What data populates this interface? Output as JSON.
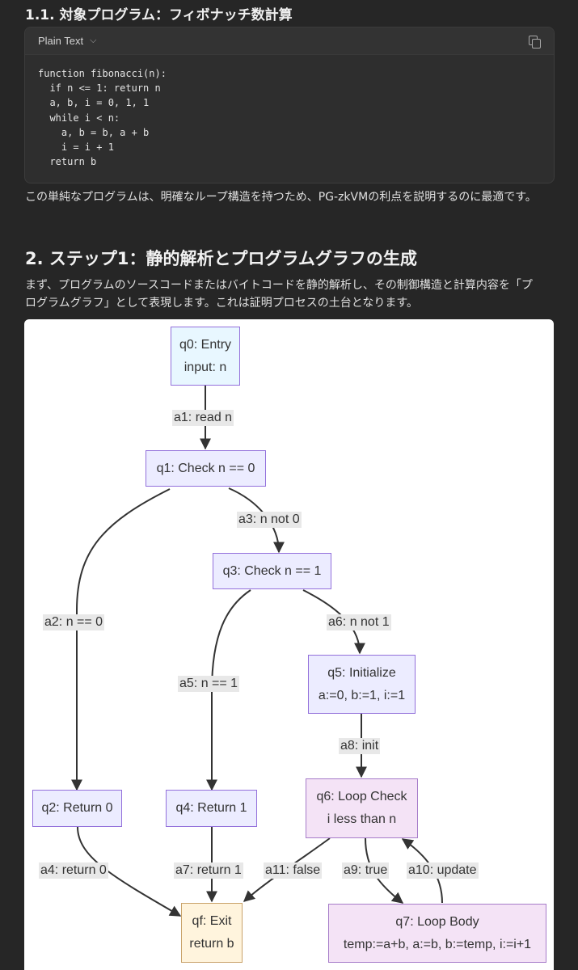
{
  "section1": {
    "title": "1.1. 対象プログラム：フィボナッチ数計算"
  },
  "code_block": {
    "language": "Plain Text",
    "code": "function fibonacci(n):\n  if n <= 1: return n\n  a, b, i = 0, 1, 1\n  while i < n:\n    a, b = b, a + b\n    i = i + 1\n  return b"
  },
  "paragraph1": "この単純なプログラムは、明確なループ構造を持つため、PG-zkVMの利点を説明するのに最適です。",
  "section2": {
    "title": "2. ステップ1：静的解析とプログラムグラフの生成",
    "paragraph": "まず、プログラムのソースコードまたはバイトコードを静的解析し、その制御構造と計算内容を「プログラムグラフ」として表現します。これは証明プロセスの土台となります。"
  },
  "diagram": {
    "nodes": {
      "q0": {
        "line1": "q0: Entry",
        "line2": "input: n"
      },
      "q1": {
        "line1": "q1: Check n == 0"
      },
      "q3": {
        "line1": "q3: Check n == 1"
      },
      "q5": {
        "line1": "q5: Initialize",
        "line2": "a:=0, b:=1, i:=1"
      },
      "q2": {
        "line1": "q2: Return 0"
      },
      "q4": {
        "line1": "q4: Return 1"
      },
      "q6": {
        "line1": "q6: Loop Check",
        "line2": "i less than n"
      },
      "qf": {
        "line1": "qf: Exit",
        "line2": "return b"
      },
      "q7": {
        "line1": "q7: Loop Body",
        "line2": "temp:=a+b, a:=b, b:=temp, i:=i+1"
      }
    },
    "edges": {
      "a1": "a1: read n",
      "a2": "a2: n == 0",
      "a3": "a3: n not 0",
      "a4": "a4: return 0",
      "a5": "a5: n == 1",
      "a6": "a6: n not 1",
      "a7": "a7: return 1",
      "a8": "a8: init",
      "a9": "a9: true",
      "a10": "a10: update",
      "a11": "a11: false"
    },
    "colors": {
      "node_fill": "#ececff",
      "entry_fill": "#e8f7ff",
      "loop_fill": "#f4e3f6",
      "exit_fill": "#fff4dd",
      "node_border": "#9370db",
      "edge": "#333333"
    }
  }
}
